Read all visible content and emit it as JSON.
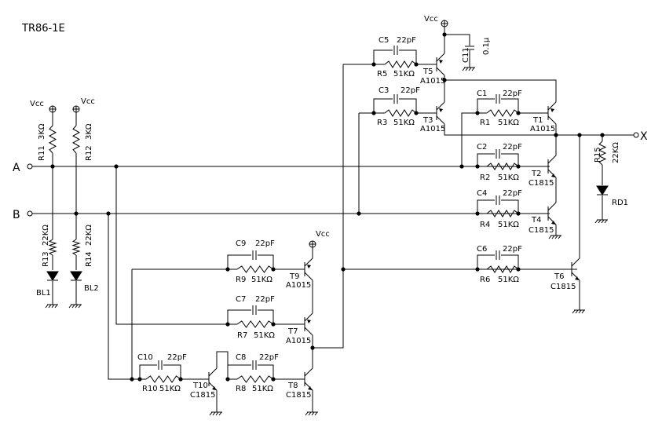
{
  "title": "TR86-1E",
  "supply": "Vcc",
  "terminals": {
    "a": "A",
    "b": "B",
    "x": "X"
  },
  "resistors": {
    "r1": {
      "name": "R1",
      "value": "51KΩ"
    },
    "r2": {
      "name": "R2",
      "value": "51KΩ"
    },
    "r3": {
      "name": "R3",
      "value": "51KΩ"
    },
    "r4": {
      "name": "R4",
      "value": "51KΩ"
    },
    "r5": {
      "name": "R5",
      "value": "51KΩ"
    },
    "r6": {
      "name": "R6",
      "value": "51KΩ"
    },
    "r7": {
      "name": "R7",
      "value": "51KΩ"
    },
    "r8": {
      "name": "R8",
      "value": "51KΩ"
    },
    "r9": {
      "name": "R9",
      "value": "51KΩ"
    },
    "r10": {
      "name": "R10",
      "value": "51KΩ"
    },
    "r11": {
      "name": "R11",
      "value": "3KΩ"
    },
    "r12": {
      "name": "R12",
      "value": "3KΩ"
    },
    "r13": {
      "name": "R13",
      "value": "22KΩ"
    },
    "r14": {
      "name": "R14",
      "value": "22KΩ"
    },
    "r15": {
      "name": "R15",
      "value": "22KΩ"
    }
  },
  "capacitors": {
    "c1": {
      "name": "C1",
      "value": "22pF"
    },
    "c2": {
      "name": "C2",
      "value": "22pF"
    },
    "c3": {
      "name": "C3",
      "value": "22pF"
    },
    "c4": {
      "name": "C4",
      "value": "22pF"
    },
    "c5": {
      "name": "C5",
      "value": "22pF"
    },
    "c6": {
      "name": "C6",
      "value": "22pF"
    },
    "c7": {
      "name": "C7",
      "value": "22pF"
    },
    "c8": {
      "name": "C8",
      "value": "22pF"
    },
    "c9": {
      "name": "C9",
      "value": "22pF"
    },
    "c10": {
      "name": "C10",
      "value": "22pF"
    },
    "c11": {
      "name": "C11",
      "value": "0.1μ"
    }
  },
  "transistors": {
    "t1": {
      "name": "T1",
      "type": "A1015"
    },
    "t2": {
      "name": "T2",
      "type": "C1815"
    },
    "t3": {
      "name": "T3",
      "type": "A1015"
    },
    "t4": {
      "name": "T4",
      "type": "C1815"
    },
    "t5": {
      "name": "T5",
      "type": "A1015"
    },
    "t6": {
      "name": "T6",
      "type": "C1815"
    },
    "t7": {
      "name": "T7",
      "type": "A1015"
    },
    "t8": {
      "name": "T8",
      "type": "C1815"
    },
    "t9": {
      "name": "T9",
      "type": "A1015"
    },
    "t10": {
      "name": "T10",
      "type": "C1815"
    }
  },
  "leds": {
    "bl1": "BL1",
    "bl2": "BL2",
    "rd1": "RD1"
  }
}
